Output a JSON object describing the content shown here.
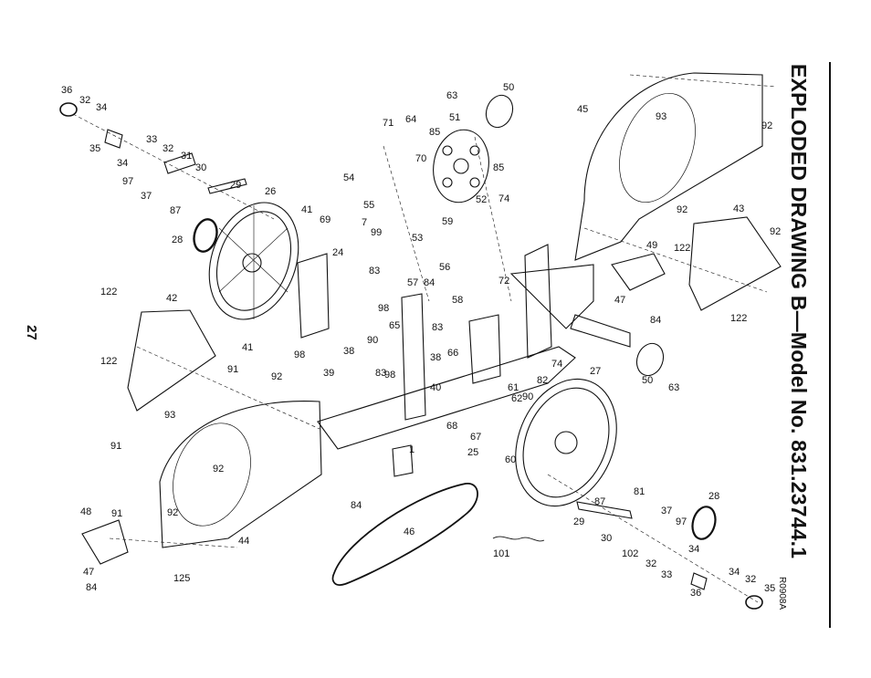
{
  "title": "EXPLODED DRAWING B—Model No. 831.23744.1",
  "page_number": "27",
  "drawing_code": "R0908A",
  "callouts": [
    "36",
    "32",
    "34",
    "35",
    "34",
    "33",
    "32",
    "31",
    "30",
    "97",
    "37",
    "87",
    "29",
    "26",
    "28",
    "41",
    "69",
    "7",
    "99",
    "54",
    "55",
    "71",
    "64",
    "70",
    "85",
    "51",
    "63",
    "50",
    "85",
    "52",
    "74",
    "59",
    "53",
    "56",
    "57",
    "84",
    "58",
    "24",
    "83",
    "98",
    "90",
    "38",
    "39",
    "83",
    "98",
    "98",
    "83",
    "66",
    "65",
    "38",
    "40",
    "72",
    "74",
    "82",
    "61",
    "90",
    "62",
    "68",
    "67",
    "25",
    "60",
    "1",
    "84",
    "122",
    "42",
    "41",
    "122",
    "91",
    "92",
    "93",
    "91",
    "92",
    "48",
    "91",
    "92",
    "47",
    "84",
    "125",
    "44",
    "46",
    "101",
    "27",
    "81",
    "87",
    "37",
    "97",
    "29",
    "28",
    "30",
    "102",
    "34",
    "32",
    "33",
    "34",
    "32",
    "36",
    "35",
    "45",
    "93",
    "92",
    "92",
    "43",
    "92",
    "49",
    "122",
    "47",
    "84",
    "122",
    "50",
    "63"
  ]
}
